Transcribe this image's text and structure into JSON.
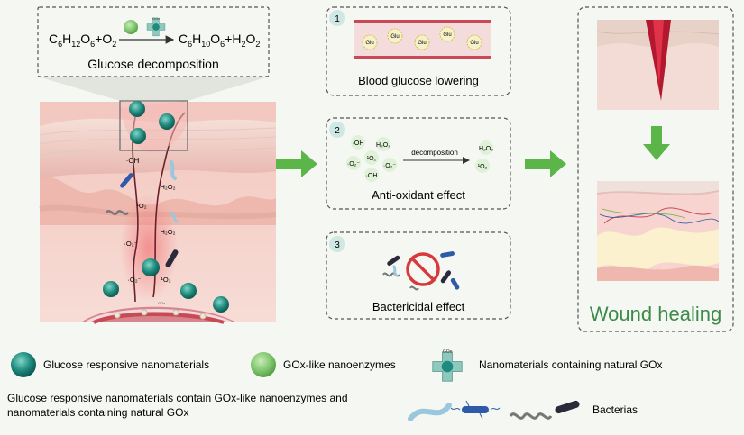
{
  "equation": {
    "lhs_C": "C",
    "lhs_C_sub": "6",
    "lhs_H": "H",
    "lhs_H_sub": "12",
    "lhs_O": "O",
    "lhs_O_sub": "6",
    "lhs_plus_O2": "+O",
    "lhs_O2_sub": "2",
    "rhs_C": "C",
    "rhs_C_sub": "6",
    "rhs_H": "H",
    "rhs_H_sub": "10",
    "rhs_O": "O",
    "rhs_O_sub": "6",
    "rhs_plus_H2O2_a": "+H",
    "rhs_sub1": "2",
    "rhs_plus_H2O2_b": "O",
    "rhs_sub2": "2",
    "caption": "Glucose decomposition",
    "gox_tag": "GOx"
  },
  "skin_labels": {
    "oh": "·OH",
    "h2o2_a": "H₂O₂",
    "o2_a": "·O₂⁻",
    "o2_b": "·O₂⁻",
    "h2o2_b": "H₂O₂",
    "singlet_a": "¹O₂",
    "singlet_b": "¹O₂",
    "o2_c": "·O₂⁻",
    "vessel_tag": "GOx"
  },
  "effects": [
    {
      "number": "1",
      "title": "Blood glucose lowering",
      "glu": "Glu"
    },
    {
      "number": "2",
      "title": "Anti-oxidant effect",
      "decomposition": "decomposition",
      "species": [
        "·OH",
        "H₂O₂",
        "·O₂⁻",
        "¹O₂",
        "·O₂⁻",
        "·OH"
      ],
      "products": [
        "H₂O₂",
        "¹O₂"
      ]
    },
    {
      "number": "3",
      "title": "Bactericidal effect"
    }
  ],
  "healing": {
    "title": "Wound healing"
  },
  "legend": {
    "responsive": "Glucose responsive nanomaterials",
    "gox_like": "GOx-like nanoenzymes",
    "natural_gox": "Nanomaterials containing natural GOx",
    "gox_tag": "GOx",
    "note_line1": "Glucose responsive nanomaterials contain GOx-like nanoenzymes and",
    "note_line2": "nanomaterials containing natural GOx",
    "bacterias": "Bacterias"
  },
  "colors": {
    "background": "#f4f7f2",
    "teal_particle": "#1f8a7e",
    "gox_like": "#7dc36a",
    "arrow_green": "#5bb548",
    "healing_text": "#3d8a4a",
    "vessel_red": "#c94a56",
    "bacteria_blue": "#2f5aa8"
  }
}
